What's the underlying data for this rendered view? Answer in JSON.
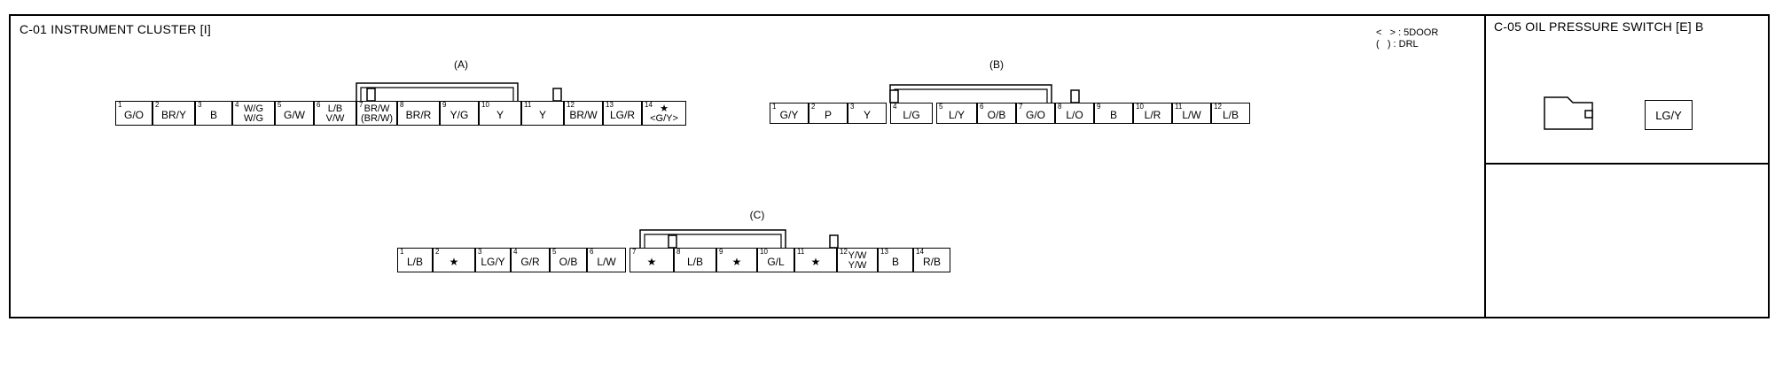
{
  "c01": {
    "title": "C-01 INSTRUMENT CLUSTER [I]",
    "legend_line1": "<   > : 5DOOR",
    "legend_line2": "(   ) : DRL",
    "connector_a": {
      "label": "(A)",
      "pins": [
        {
          "n": "1",
          "w": [
            "G/O"
          ]
        },
        {
          "n": "2",
          "w": [
            "BR/Y"
          ]
        },
        {
          "n": "3",
          "w": [
            "B"
          ]
        },
        {
          "n": "4",
          "w": [
            "W/G",
            "W/G"
          ]
        },
        {
          "n": "5",
          "w": [
            "G/W"
          ]
        },
        {
          "n": "6",
          "w": [
            "L/B",
            "V/W"
          ]
        },
        {
          "n": "7",
          "w": [
            "BR/W",
            "(BR/W)"
          ]
        },
        {
          "n": "8",
          "w": [
            "BR/R"
          ]
        },
        {
          "n": "9",
          "w": [
            "Y/G"
          ]
        },
        {
          "n": "10",
          "w": [
            "Y"
          ]
        },
        {
          "n": "11",
          "w": [
            "Y"
          ]
        },
        {
          "n": "12",
          "w": [
            "BR/W"
          ]
        },
        {
          "n": "13",
          "w": [
            "LG/R"
          ]
        },
        {
          "n": "14",
          "w": [
            "★",
            "<G/Y>"
          ]
        }
      ]
    },
    "connector_b": {
      "label": "(B)",
      "pins": [
        {
          "n": "1",
          "w": [
            "G/Y"
          ]
        },
        {
          "n": "2",
          "w": [
            "P"
          ]
        },
        {
          "n": "3",
          "w": [
            "Y"
          ]
        },
        {
          "n": "4",
          "w": [
            "L/G"
          ]
        },
        {
          "n": "5",
          "w": [
            "L/Y"
          ]
        },
        {
          "n": "6",
          "w": [
            "O/B"
          ]
        },
        {
          "n": "7",
          "w": [
            "G/O"
          ]
        },
        {
          "n": "8",
          "w": [
            "L/O"
          ]
        },
        {
          "n": "9",
          "w": [
            "B"
          ]
        },
        {
          "n": "10",
          "w": [
            "L/R"
          ]
        },
        {
          "n": "11",
          "w": [
            "L/W"
          ]
        },
        {
          "n": "12",
          "w": [
            "L/B"
          ]
        }
      ]
    },
    "connector_c": {
      "label": "(C)",
      "pins": [
        {
          "n": "1",
          "w": [
            "L/B"
          ]
        },
        {
          "n": "2",
          "w": [
            "★"
          ]
        },
        {
          "n": "3",
          "w": [
            "LG/Y"
          ]
        },
        {
          "n": "4",
          "w": [
            "G/R"
          ]
        },
        {
          "n": "5",
          "w": [
            "O/B"
          ]
        },
        {
          "n": "6",
          "w": [
            "L/W"
          ]
        },
        {
          "n": "7",
          "w": [
            "★"
          ]
        },
        {
          "n": "8",
          "w": [
            "L/B"
          ]
        },
        {
          "n": "9",
          "w": [
            "★"
          ]
        },
        {
          "n": "10",
          "w": [
            "G/L"
          ]
        },
        {
          "n": "11",
          "w": [
            "★"
          ]
        },
        {
          "n": "12",
          "w": [
            "Y/W",
            "Y/W"
          ]
        },
        {
          "n": "13",
          "w": [
            "B"
          ]
        },
        {
          "n": "14",
          "w": [
            "R/B"
          ]
        }
      ]
    }
  },
  "c05": {
    "title": "C-05 OIL PRESSURE SWITCH [E] B",
    "wire": "LG/Y"
  }
}
